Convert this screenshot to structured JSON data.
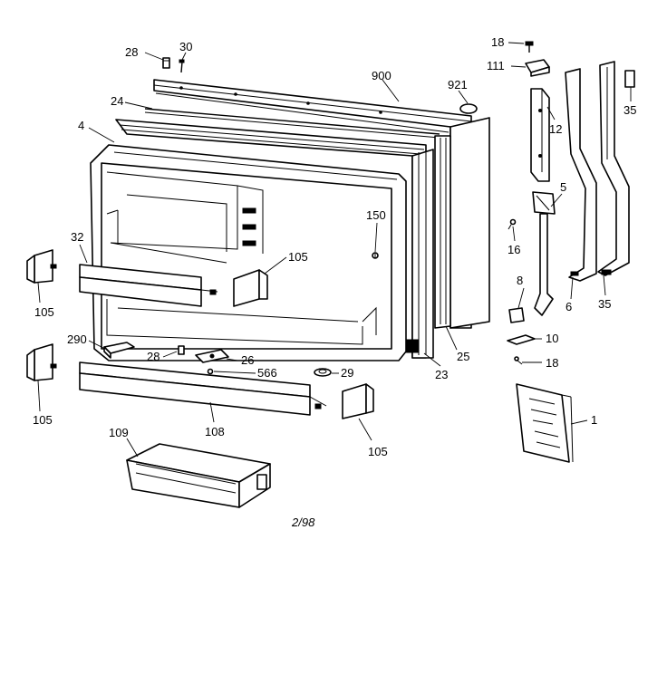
{
  "labels": {
    "p28a": "28",
    "p30": "30",
    "p900": "900",
    "p921": "921",
    "p24": "24",
    "p4": "4",
    "p18a": "18",
    "p111": "111",
    "p12": "12",
    "p35a": "35",
    "p5": "5",
    "p16": "16",
    "p150": "150",
    "p32": "32",
    "p105a": "105",
    "p105b": "105",
    "p105c": "105",
    "p105d": "105",
    "p8": "8",
    "p6": "6",
    "p35b": "35",
    "p290": "290",
    "p28b": "28",
    "p26": "26",
    "p566": "566",
    "p29": "29",
    "p23": "23",
    "p25": "25",
    "p10": "10",
    "p18b": "18",
    "p108": "108",
    "p1": "1",
    "p109": "109"
  },
  "drawing_code": "2/98"
}
